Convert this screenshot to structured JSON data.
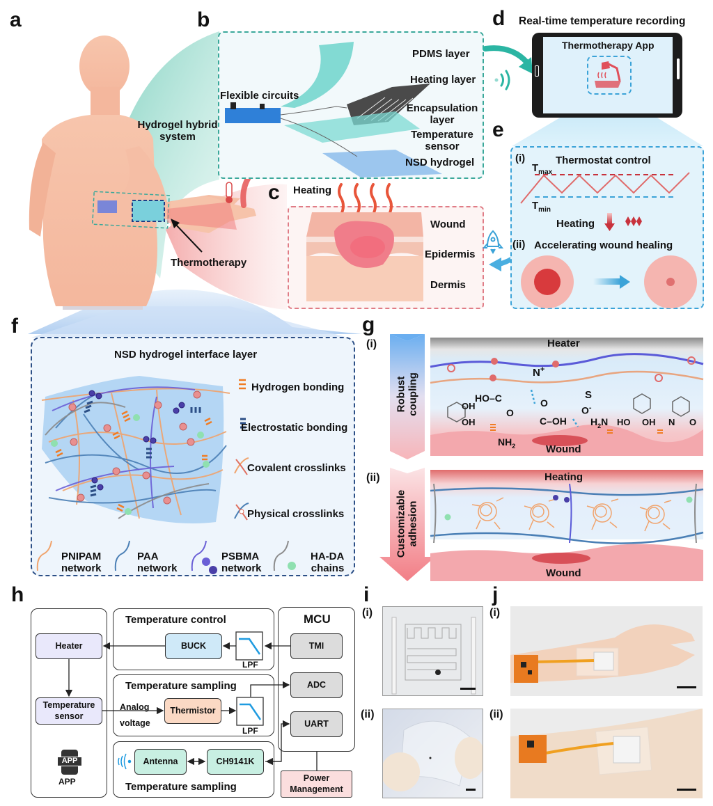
{
  "panels": {
    "a": {
      "letter": "a",
      "labels": {
        "hybrid_system": "Hydrogel hybrid\nsystem",
        "hybrid_line1": "Hydrogel hybrid",
        "hybrid_line2": "system",
        "thermotherapy": "Thermotherapy"
      }
    },
    "b": {
      "letter": "b",
      "flexible_circuits": "Flexible circuits",
      "layers": [
        "PDMS layer",
        "Heating layer",
        "Encapsulation",
        "layer",
        "Temperature",
        "sensor",
        "NSD hydrogel"
      ]
    },
    "c": {
      "letter": "c",
      "heating": "Heating",
      "skin_labels": [
        "Wound",
        "Epidermis",
        "Dermis"
      ]
    },
    "d": {
      "letter": "d",
      "title": "Real-time temperature recording",
      "app_title": "Thermotherapy App",
      "colors": {
        "phone_screen": "#dff1fb",
        "app_icon": "#e0505a"
      }
    },
    "e": {
      "letter": "e",
      "i_marker": "(i)",
      "i_title": "Thermostat control",
      "t_max": "T",
      "t_max_sub": "max",
      "t_min": "T",
      "t_min_sub": "min",
      "heating": "Heating",
      "ii_marker": "(ii)",
      "ii_title": "Accelerating wound healing"
    },
    "f": {
      "letter": "f",
      "title": "NSD hydrogel interface layer",
      "legend_bonds": [
        "Hydrogen bonding",
        "Electrostatic bonding",
        "Covalent crosslinks",
        "Physical crosslinks"
      ],
      "networks": [
        {
          "line1": "PNIPAM",
          "line2": "network",
          "color": "#f0a36c"
        },
        {
          "line1": "PAA",
          "line2": "network",
          "color": "#4a7fb5"
        },
        {
          "line1": "PSBMA",
          "line2": "network",
          "color": "#6a5fd6"
        },
        {
          "line1": "HA-DA",
          "line2": "chains",
          "color": "#8b8b8b"
        }
      ]
    },
    "g": {
      "letter": "g",
      "i_marker": "(i)",
      "ii_marker": "(ii)",
      "arrow_i": [
        "Robust",
        "coupling"
      ],
      "arrow_ii": [
        "Customizable",
        "adhesion"
      ],
      "heater": "Heater",
      "heating": "Heating",
      "wound": "Wound",
      "chem_labels": {
        "ho_c": "HO",
        "c": "C",
        "o": "O",
        "nh2": "NH",
        "nh2_sub": "2",
        "n_plus": "N",
        "plus": "+",
        "s": "S",
        "o_minus": "O",
        "minus": "-",
        "oh": "OH",
        "h2n": "H",
        "h2n_sub": "2",
        "h2n_n": "N",
        "ho": "HO",
        "n": "N"
      }
    },
    "h": {
      "letter": "h",
      "groups": {
        "temp_control": "Temperature control",
        "temp_sampling_1": "Temperature sampling",
        "temp_sampling_2": "Temperature sampling",
        "mcu": "MCU"
      },
      "blocks": {
        "heater": "Heater",
        "sensor_line1": "Temperature",
        "sensor_line2": "sensor",
        "buck": "BUCK",
        "lpf": "LPF",
        "thermistor": "Thermistor",
        "antenna": "Antenna",
        "ch9141k": "CH9141K",
        "tmi": "TMI",
        "adc": "ADC",
        "uart": "UART",
        "power_line1": "Power",
        "power_line2": "Management",
        "analog_line1": "Analog",
        "analog_line2": "voltage",
        "app_icon_text": "APP",
        "app_label": "APP"
      },
      "colors": {
        "heater": "#e9e8fb",
        "buck": "#cfe9f8",
        "thermistor": "#fbd9c4",
        "antenna": "#c8efe2",
        "mcu_block": "#dcdcdc",
        "power": "#fbdede"
      }
    },
    "i": {
      "letter": "i",
      "sub_i": "(i)",
      "sub_ii": "(ii)"
    },
    "j": {
      "letter": "j",
      "sub_i": "(i)",
      "sub_ii": "(ii)"
    }
  }
}
